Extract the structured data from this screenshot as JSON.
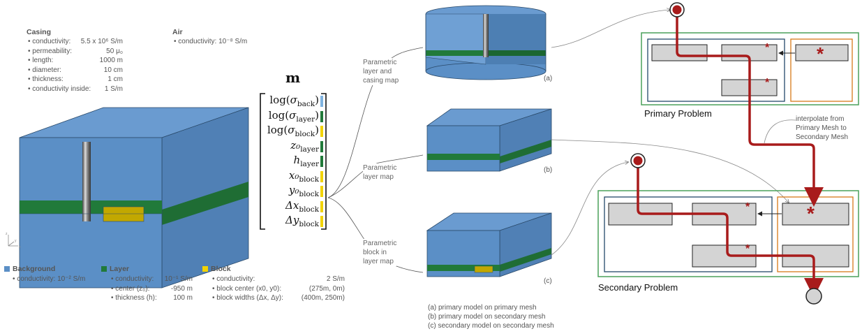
{
  "casing": {
    "title": "Casing",
    "rows": [
      {
        "label": "• conductivity:",
        "value": "5.5 x 10⁶ S/m"
      },
      {
        "label": "• permeability:",
        "value": "50 μ₀"
      },
      {
        "label": "• length:",
        "value": "1000 m"
      },
      {
        "label": "• diameter:",
        "value": "10 cm"
      },
      {
        "label": "• thickness:",
        "value": "1 cm"
      },
      {
        "label": "• conductivity inside:",
        "value": "1 S/m"
      }
    ]
  },
  "air": {
    "title": "Air",
    "row": "• conductivity:   10⁻⁸ S/m"
  },
  "axes_labels": {
    "z": "z",
    "x": "x",
    "y": "y"
  },
  "legend": {
    "background": {
      "title": "Background",
      "rows": [
        "• conductivity: 10⁻² S/m"
      ]
    },
    "layer": {
      "title": "Layer",
      "rows": [
        {
          "label": "• conductivity:",
          "value": "10⁻¹ S/m"
        },
        {
          "label": "• center (z₀):",
          "value": "-950 m"
        },
        {
          "label": "• thickness (h):",
          "value": "100 m"
        }
      ]
    },
    "block": {
      "title": "Block",
      "rows": [
        {
          "label": "• conductivity:",
          "value": "2 S/m"
        },
        {
          "label": "• block center (x0, y0):",
          "value": "(275m, 0m)"
        },
        {
          "label": "• block widths (Δx, Δy):",
          "value": "(400m, 250m)"
        }
      ]
    }
  },
  "vector": {
    "symbol": "m",
    "entries": [
      {
        "name": "log",
        "sym": "σ",
        "sub": "back"
      },
      {
        "name": "log",
        "sym": "σ",
        "sub": "layer"
      },
      {
        "name": "log",
        "sym": "σ",
        "sub": "block"
      },
      {
        "name": "",
        "sym": "z₀",
        "sub": "layer"
      },
      {
        "name": "",
        "sym": "h",
        "sub": "layer"
      },
      {
        "name": "",
        "sym": "x₀",
        "sub": "block"
      },
      {
        "name": "",
        "sym": "y₀",
        "sub": "block"
      },
      {
        "name": "",
        "sym": "Δx",
        "sub": "block"
      },
      {
        "name": "",
        "sym": "Δy",
        "sub": "block"
      }
    ]
  },
  "maps": [
    {
      "text": "Parametric\nlayer and\ncasing map"
    },
    {
      "text": "Parametric\nlayer map"
    },
    {
      "text": "Parametric\nblock in\nlayer map"
    }
  ],
  "panel_labels": [
    "(a)",
    "(b)",
    "(c)"
  ],
  "captions": [
    "(a) primary model on primary mesh",
    "(b) primary model on secondary mesh",
    "(c) secondary model on secondary mesh"
  ],
  "primary_problem": "Primary Problem",
  "secondary_problem": "Secondary Problem",
  "interpolate": "interpolate from\nPrimary Mesh to\nSecondary Mesh",
  "star": "*",
  "colors": {
    "background": "#5b8fc6",
    "layer": "#217a3a",
    "block": "#f2d300",
    "path": "#a81b1b",
    "outer_green": "#4aa05a",
    "inner_blue": "#24496a",
    "orange": "#d77a19"
  }
}
